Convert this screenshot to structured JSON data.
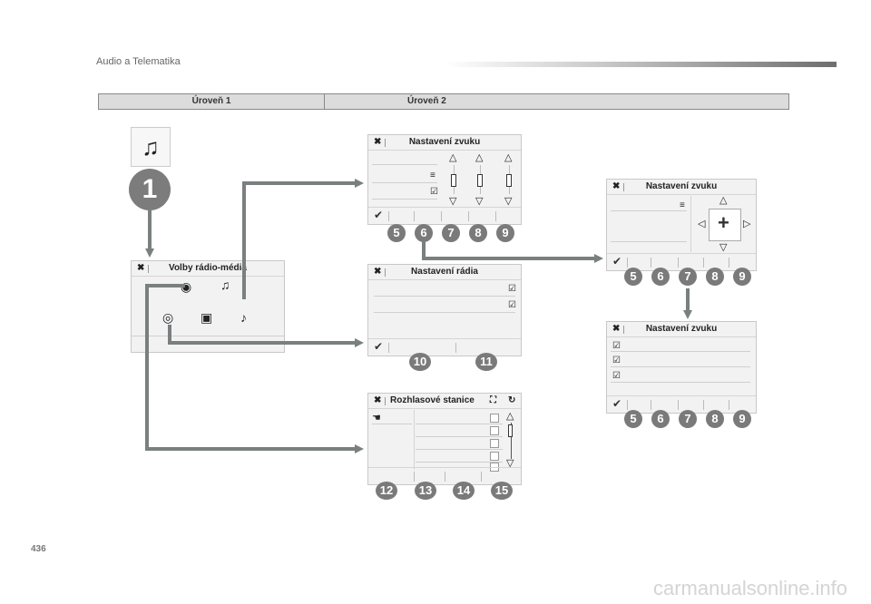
{
  "header": {
    "section_title": "Audio a Telematika"
  },
  "levels": {
    "level1": "Úroveň 1",
    "level2": "Úroveň 2"
  },
  "tile": {
    "icon": "music-note-icon",
    "glyph": "♫"
  },
  "step": {
    "number": "1"
  },
  "panels": {
    "volby": {
      "title": "Volby rádio-média"
    },
    "zvuk_top": {
      "title": "Nastavení zvuku",
      "numbers": [
        "5",
        "6",
        "7",
        "8",
        "9"
      ]
    },
    "radia": {
      "title": "Nastavení rádia",
      "numbers": [
        "10",
        "11"
      ]
    },
    "stanice": {
      "title": "Rozhlasové stanice",
      "numbers": [
        "12",
        "13",
        "14",
        "15"
      ]
    },
    "zvuk_balance": {
      "title": "Nastavení zvuku",
      "numbers": [
        "5",
        "6",
        "7",
        "8",
        "9"
      ]
    },
    "zvuk_list": {
      "title": "Nastavení zvuku",
      "numbers": [
        "5",
        "6",
        "7",
        "8",
        "9"
      ]
    }
  },
  "colors": {
    "arrow": "#7a7f80",
    "bubble": "#7a7a7a",
    "panel": "#f2f2f2"
  },
  "page": {
    "number": "436"
  },
  "watermark": "carmanualsonline.info"
}
